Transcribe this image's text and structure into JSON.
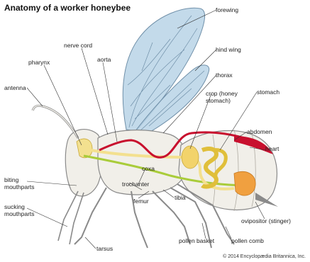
{
  "title": "Anatomy of a worker honeybee",
  "labels": {
    "forewing": "forewing",
    "nerve_cord": "nerve cord",
    "aorta": "aorta",
    "pharynx": "pharynx",
    "hind_wing": "hind wing",
    "thorax": "thorax",
    "antenna": "antenna",
    "crop": "crop (honey\nstomach)",
    "stomach": "stomach",
    "abdomen": "abdomen",
    "heart": "heart",
    "biting_mouthparts": "biting\nmouthparts",
    "coxa": "coxa",
    "trochanter": "trochanter",
    "femur": "femur",
    "tibia": "tibia",
    "sucking_mouthparts": "sucking\nmouthparts",
    "ovipositor": "ovipositor (stinger)",
    "pollen_basket": "pollen basket",
    "pollen_comb": "pollen comb",
    "tarsus": "tarsus"
  },
  "credit": "© 2014 Encyclopædia Britannica, Inc.",
  "colors": {
    "wing_fill": "#b9d3e6",
    "wing_vein": "#6f8fa8",
    "body_outline": "#8a8a8a",
    "body_fill": "#f1efe9",
    "aorta": "#c8102e",
    "crop": "#f2d36b",
    "gut": "#f3e08f",
    "nerve": "#a9cc3a",
    "orange": "#f0a040",
    "leader": "#333333"
  }
}
